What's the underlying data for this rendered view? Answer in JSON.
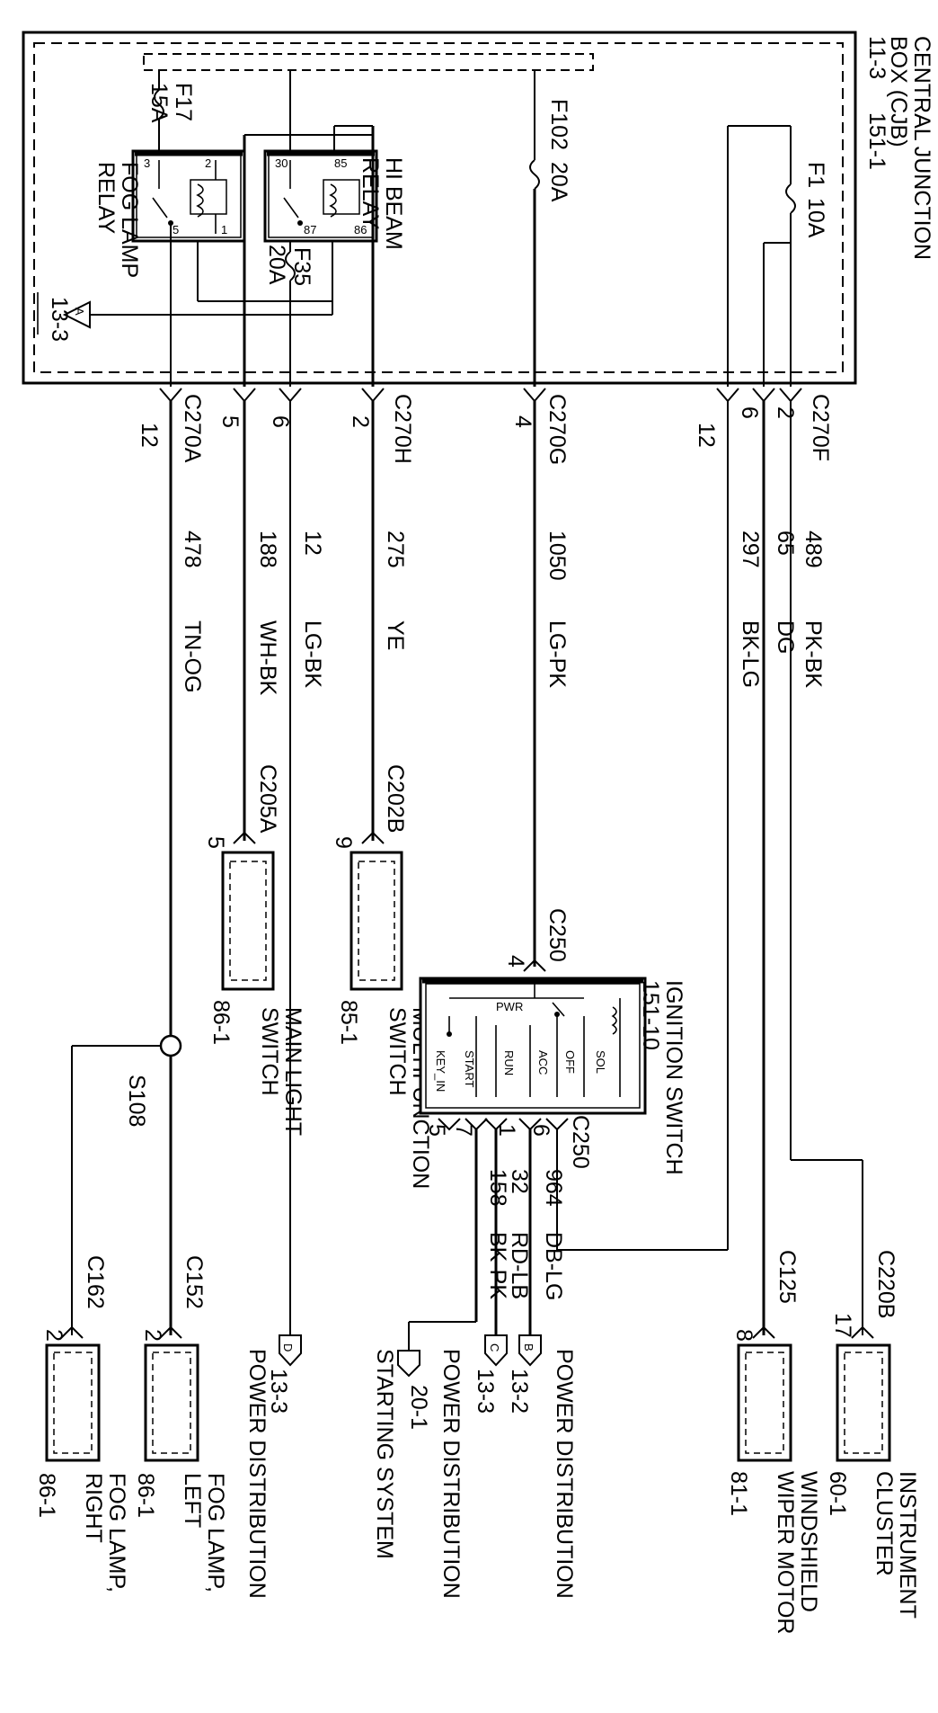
{
  "cjb": {
    "title": "CENTRAL JUNCTION",
    "line2": "BOX (CJB)",
    "ref1": "11-3",
    "ref2": "151-1"
  },
  "fuses": [
    {
      "name": "F17",
      "rating": "15A"
    },
    {
      "name": "F35",
      "rating": "20A"
    },
    {
      "name": "F102",
      "rating": "20A"
    },
    {
      "name": "F1",
      "rating": "10A"
    }
  ],
  "relays": [
    {
      "line1": "FOG LAMP",
      "line2": "RELAY",
      "pins": [
        "3",
        "2",
        "5",
        "1"
      ]
    },
    {
      "line1": "HI BEAM",
      "line2": "RELAY",
      "pins": [
        "30",
        "85",
        "87",
        "86"
      ]
    }
  ],
  "ground_ref": "13-3",
  "ground_symbol": "A",
  "connectors": {
    "c270a": "C270A",
    "c270h": "C270H",
    "c270g": "C270G",
    "c270f": "C270F",
    "c205a": "C205A",
    "c202b": "C202B",
    "c250": "C250",
    "c162": "C162",
    "c152": "C152",
    "c125": "C125",
    "c220b": "C220B"
  },
  "pins": {
    "c270a": "12",
    "fog_relay_out": "5",
    "f35_out": "6",
    "hibeam_out": "2",
    "c270g": "4",
    "c270f_a": "12",
    "c270f_b": "6",
    "c270f_c": "2",
    "c205a": "5",
    "c202b": "9",
    "c250_in": "4",
    "c250_5": "5",
    "c250_7": "7",
    "c250_1": "1",
    "c250_6": "6",
    "c162": "2",
    "c152": "2",
    "c125": "8",
    "c220b": "17"
  },
  "circuits": [
    {
      "id": "478",
      "color": "TN-OG"
    },
    {
      "id": "188",
      "color": "WH-BK"
    },
    {
      "id": "12",
      "color": "LG-BK"
    },
    {
      "id": "275",
      "color": "YE"
    },
    {
      "id": "1050",
      "color": "LG-PK"
    },
    {
      "id": "297",
      "color": "BK-LG"
    },
    {
      "id": "65",
      "color": "DG"
    },
    {
      "id": "489",
      "color": "PK-BK"
    },
    {
      "id": "158",
      "color": "BK-PK"
    },
    {
      "id": "32",
      "color": "RD-LB"
    },
    {
      "id": "964",
      "color": "DB-LG"
    }
  ],
  "splice": "S108",
  "ignition": {
    "line1": "IGNITION SWITCH",
    "ref": "151-10",
    "contacts": [
      "PWR",
      "KEY_IN",
      "START",
      "RUN",
      "ACC",
      "OFF",
      "SOL"
    ]
  },
  "components": {
    "main_light": {
      "line1": "MAIN LIGHT",
      "line2": "SWITCH",
      "ref": "86-1"
    },
    "multifunction": {
      "line1": "MULTIFUNCTION",
      "line2": "SWITCH",
      "ref": "85-1"
    },
    "fog_right": {
      "line1": "FOG LAMP,",
      "line2": "RIGHT",
      "ref": "86-1"
    },
    "fog_left": {
      "line1": "FOG LAMP,",
      "line2": "LEFT",
      "ref": "86-1"
    },
    "wiper": {
      "line1": "WINDSHIELD",
      "line2": "WIPER MOTOR",
      "ref": "81-1"
    },
    "cluster": {
      "line1": "INSTRUMENT",
      "line2": "CLUSTER",
      "ref": "60-1"
    }
  },
  "refs": [
    {
      "letter": "D",
      "ref": "13-3",
      "label": "POWER DISTRIBUTION"
    },
    {
      "letter": "",
      "ref": "20-1",
      "label": "STARTING SYSTEM"
    },
    {
      "letter": "C",
      "ref": "13-3",
      "label": "POWER DISTRIBUTION"
    },
    {
      "letter": "B",
      "ref": "13-2",
      "label": "POWER DISTRIBUTION"
    }
  ]
}
